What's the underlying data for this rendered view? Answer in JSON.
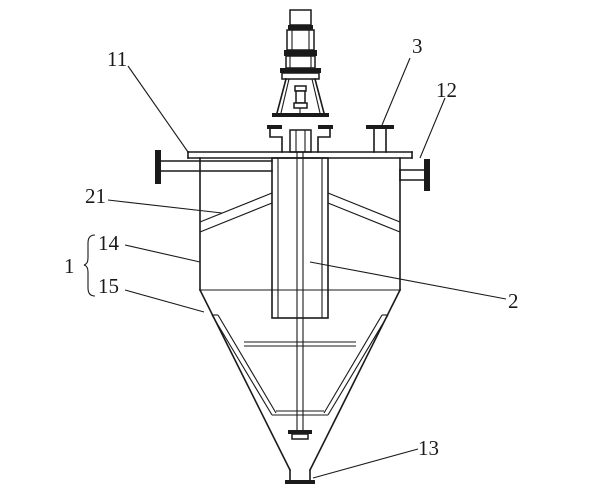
{
  "labels": {
    "l11": "11",
    "l3": "3",
    "l12": "12",
    "l21": "21",
    "l1": "1",
    "l14": "14",
    "l15": "15",
    "l2": "2",
    "l13": "13"
  },
  "colors": {
    "line": "#1a1a1a",
    "background": "#ffffff"
  }
}
